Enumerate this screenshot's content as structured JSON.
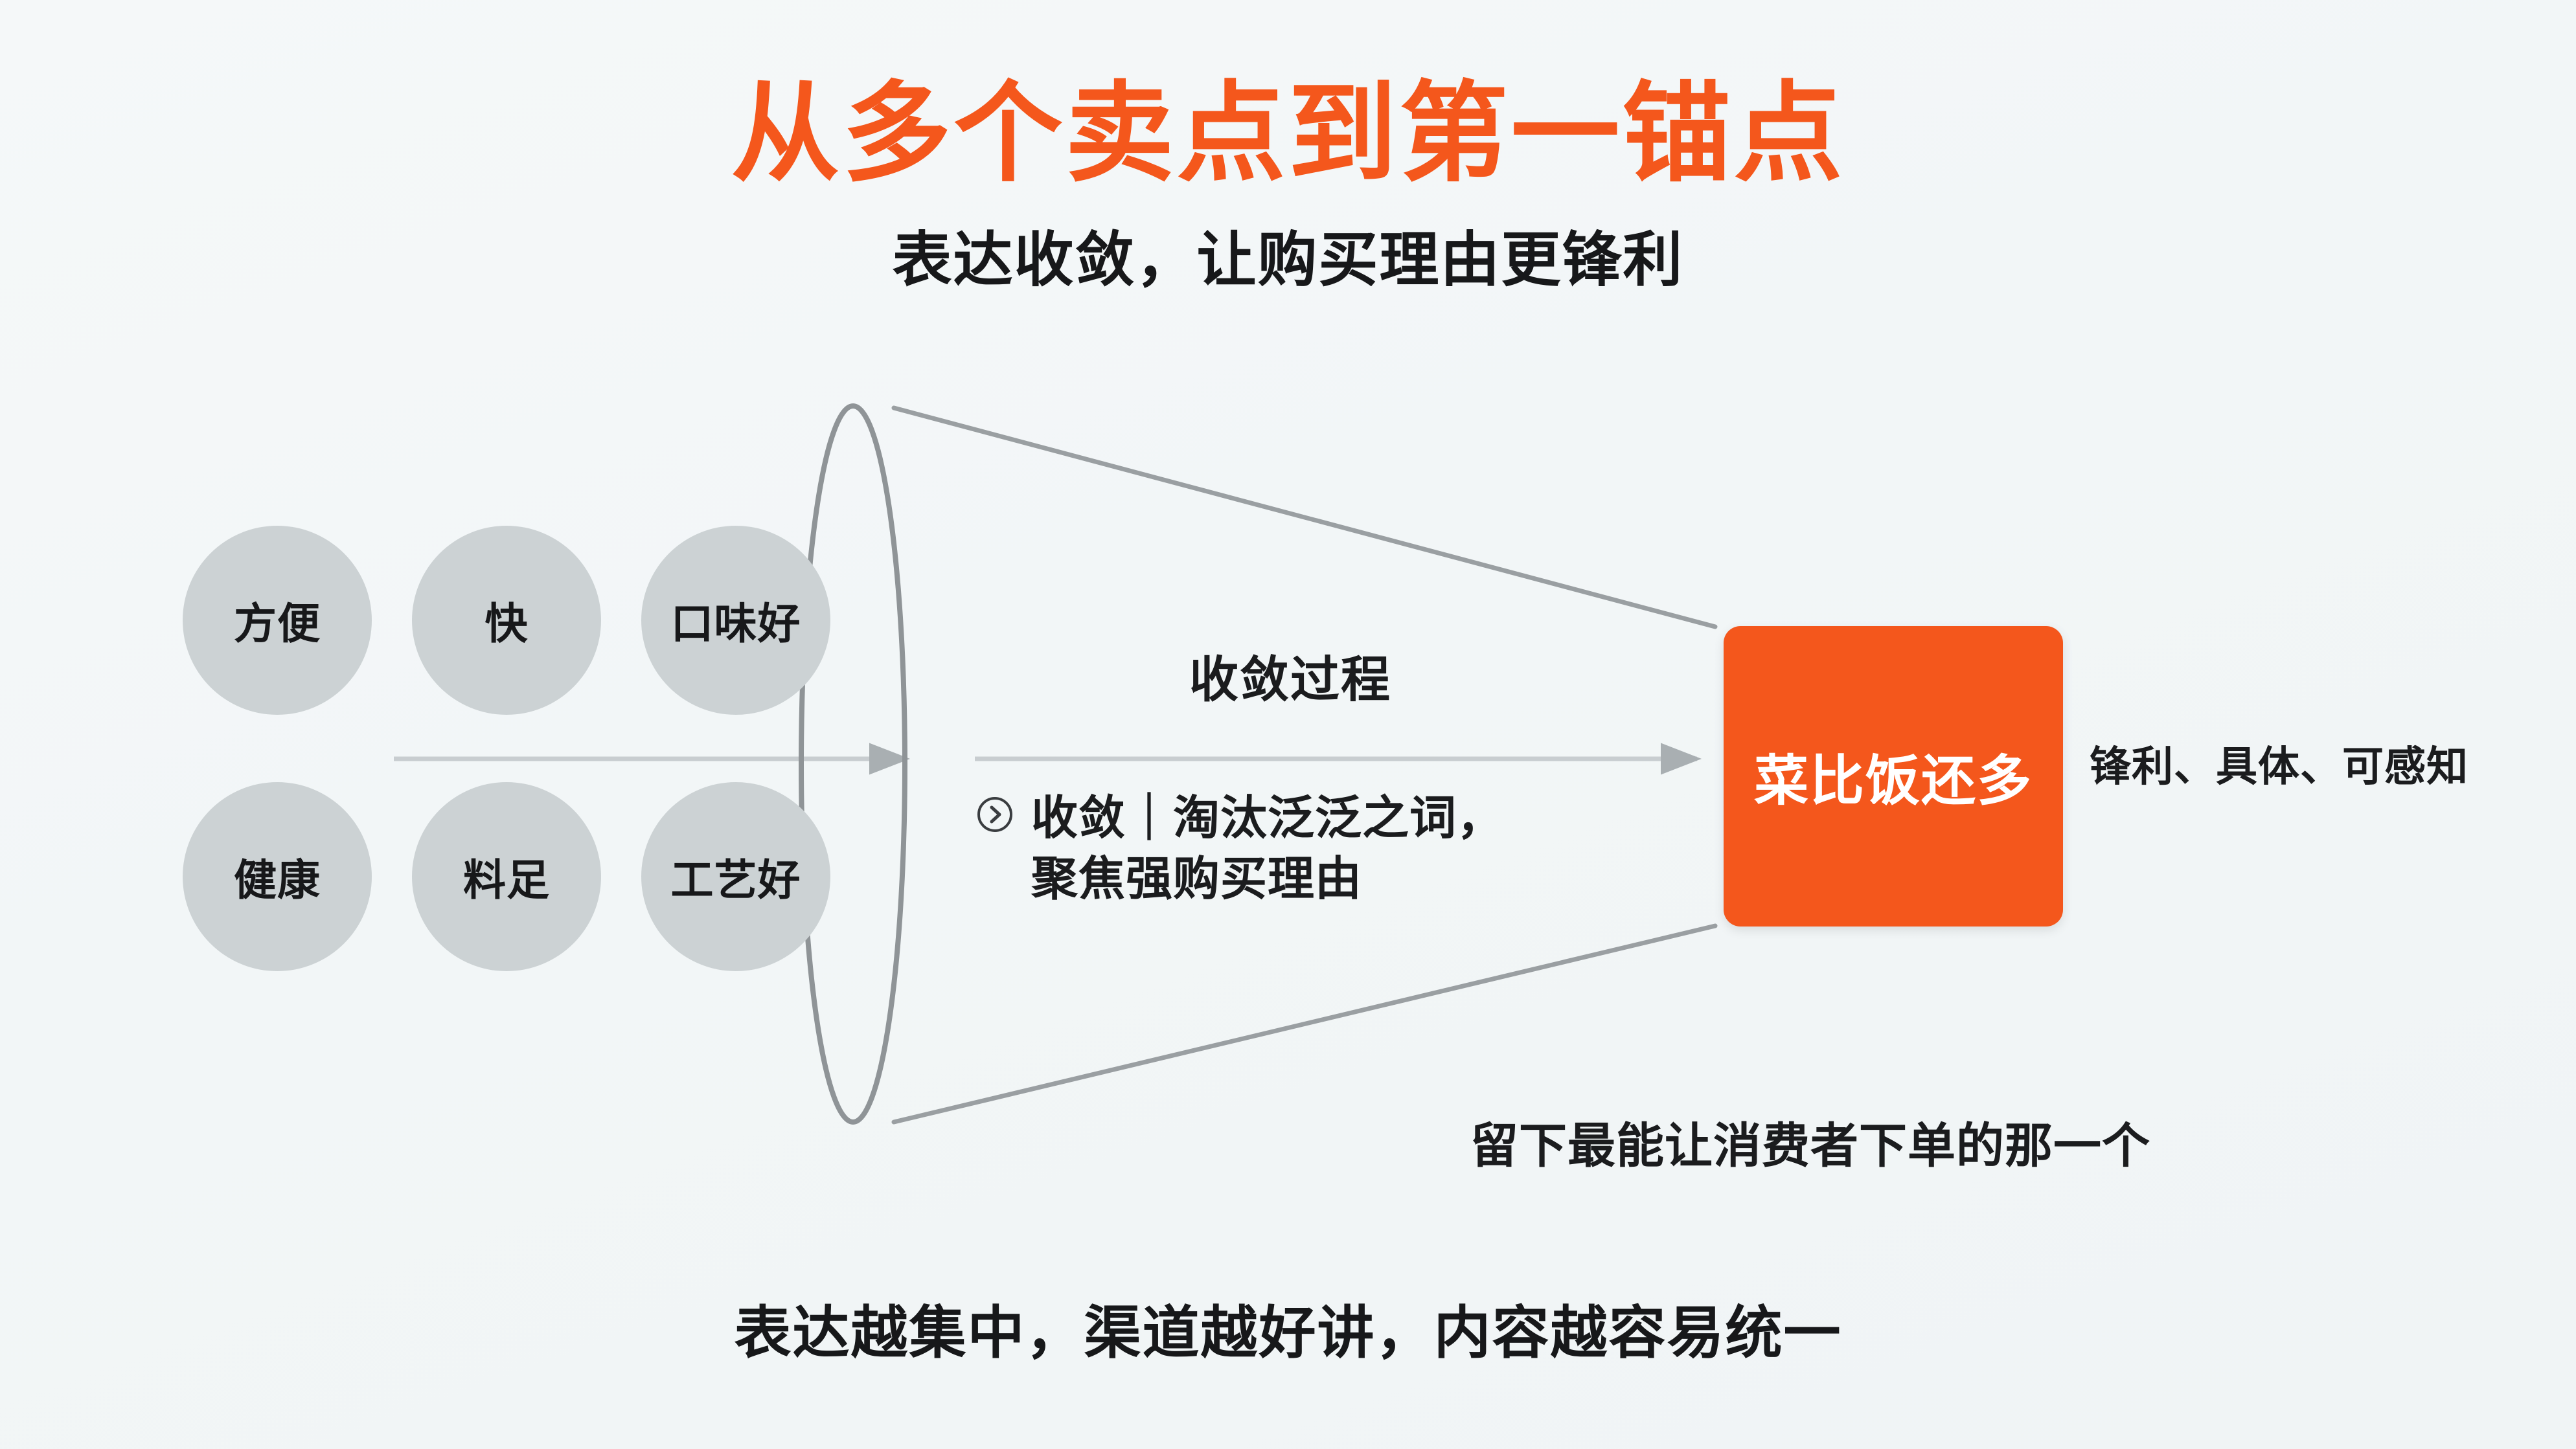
{
  "slide": {
    "title": "从多个卖点到第一锚点",
    "subtitle": "表达收敛，让购买理由更锋利",
    "background_color": "#f2f6f7",
    "accent_color": "#f4571c"
  },
  "selling_points": {
    "bubble_color": "#ccd2d4",
    "items": [
      {
        "label": "方便"
      },
      {
        "label": "快"
      },
      {
        "label": "口味好"
      },
      {
        "label": "健康"
      },
      {
        "label": "料足"
      },
      {
        "label": "工艺好"
      }
    ]
  },
  "funnel": {
    "process_label": "收敛过程",
    "converge_icon": "circled-chevron-right-icon",
    "converge_text": "收敛｜淘汰泛泛之词，\n聚焦强购买理由",
    "line_color": "#9a9fa2",
    "arrow_color": "#a9afb2"
  },
  "anchor": {
    "label": "菜比饭还多",
    "tag": "锋利、具体、可感知",
    "card_color": "#f4571c",
    "text_color": "#ffffff"
  },
  "notes": {
    "keep": "留下最能让消费者下单的那一个",
    "footer": "表达越集中，渠道越好讲，内容越容易统一"
  }
}
